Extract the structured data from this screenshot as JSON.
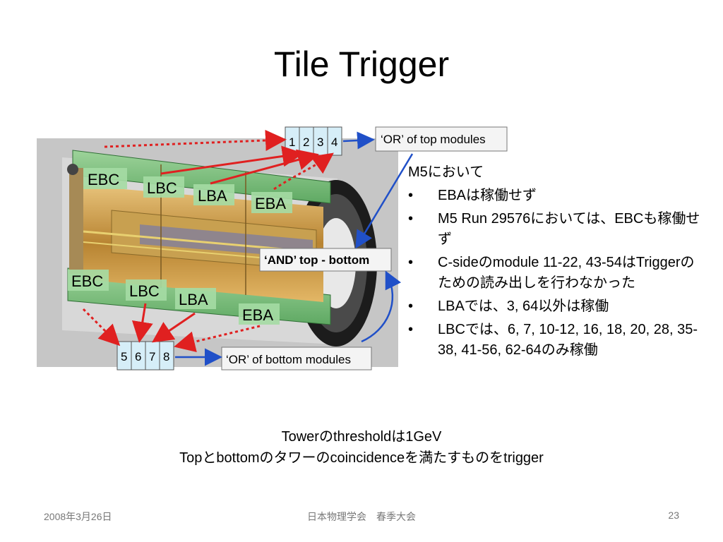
{
  "slide": {
    "title": "Tile Trigger",
    "figure": {
      "top_towers": [
        "1",
        "2",
        "3",
        "4"
      ],
      "bottom_towers": [
        "5",
        "6",
        "7",
        "8"
      ],
      "or_top": "‘OR’ of top modules",
      "and_label": "‘AND’  top - bottom",
      "or_bottom": "‘OR’ of bottom modules",
      "top_labels": [
        "EBC",
        "LBC",
        "LBA",
        "EBA"
      ],
      "bottom_labels": [
        "EBC",
        "LBC",
        "LBA",
        "EBA"
      ]
    },
    "notes": {
      "heading": "M5において",
      "items": [
        "EBAは稼働せず",
        "M5 Run 29576においては、EBCも稼働せず",
        "C-sideのmodule 11-22, 43-54はTriggerのための読み出しを行わなかった",
        "LBAでは、3, 64以外は稼働",
        "LBCでは、6, 7, 10-12, 16, 18, 20, 28, 35-38, 41-56,  62-64のみ稼働"
      ],
      "bullet": "•"
    },
    "summary": {
      "line1": "Towerのthresholdは1GeV",
      "line2": "Topとbottomのタワーのcoincidenceを満たすものをtrigger"
    },
    "footer": {
      "date": "2008年3月26日",
      "event": "日本物理学会　春季大会",
      "page": "23"
    }
  }
}
